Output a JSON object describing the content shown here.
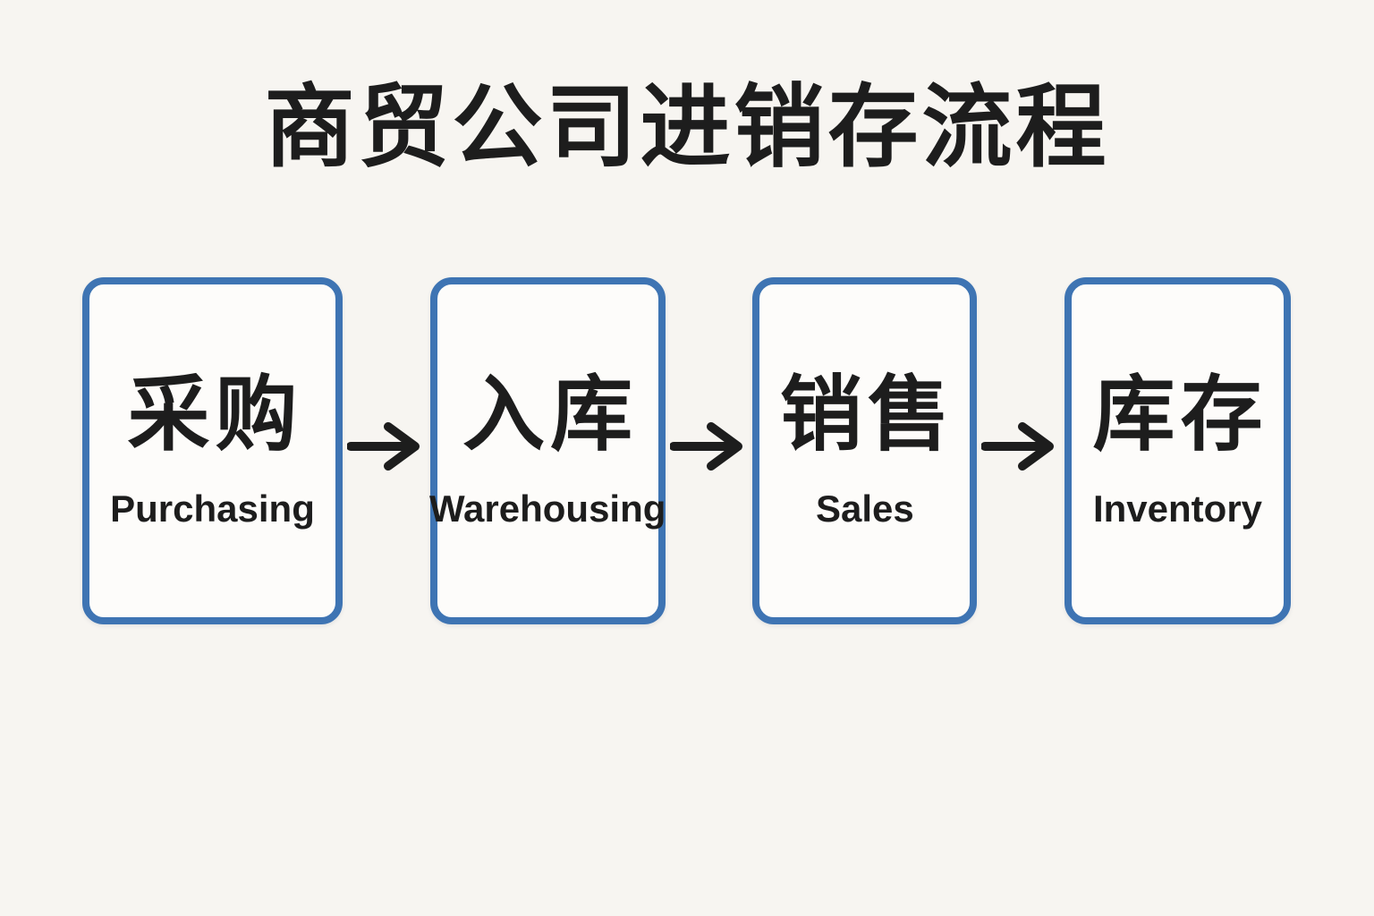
{
  "title": "商贸公司进销存流程",
  "colors": {
    "background": "#f7f5f1",
    "box_fill": "#fdfcfa",
    "box_border": "#3e74b3",
    "text": "#1d1d1d",
    "arrow": "#1d1d1d"
  },
  "flow": {
    "steps": [
      {
        "zh": "采购",
        "en": "Purchasing"
      },
      {
        "zh": "入库",
        "en": "Warehousing"
      },
      {
        "zh": "销售",
        "en": "Sales"
      },
      {
        "zh": "库存",
        "en": "Inventory"
      }
    ]
  }
}
